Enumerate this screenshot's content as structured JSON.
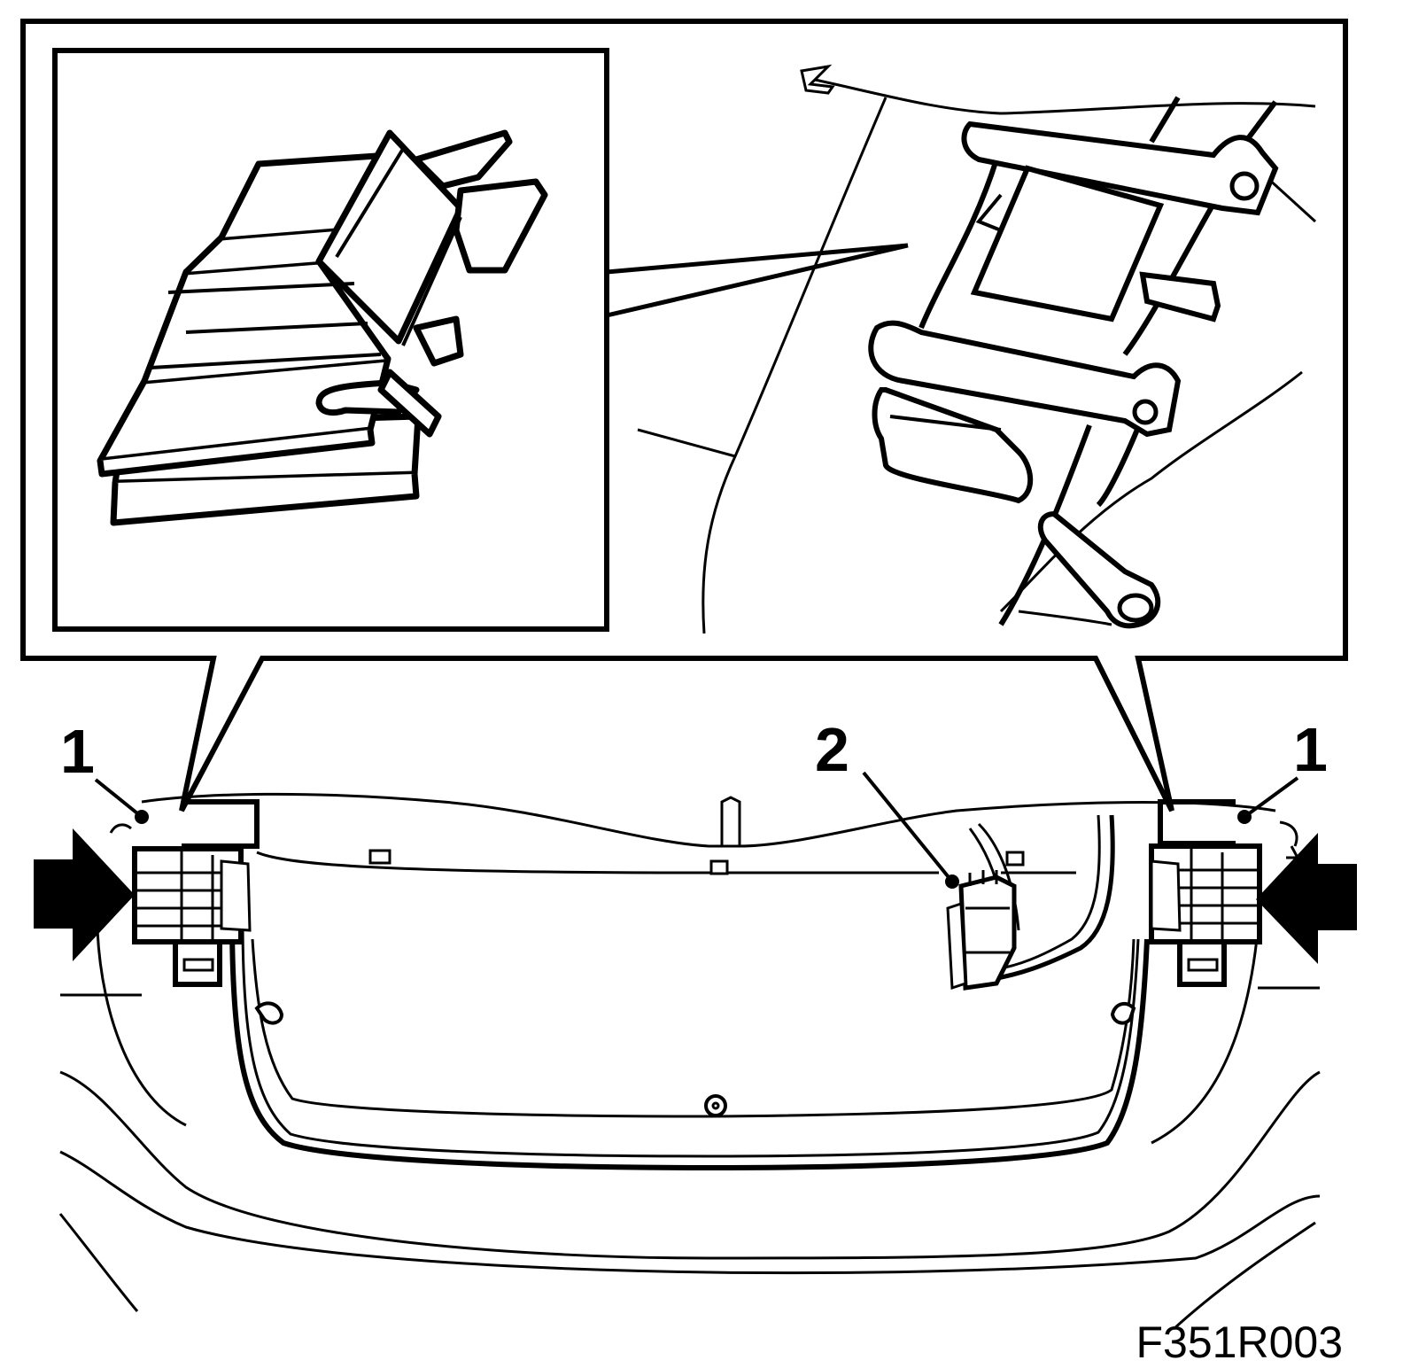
{
  "callouts": {
    "left_latch": "1",
    "right_latch": "1",
    "connector": "2"
  },
  "figure_code": "F351R003",
  "colors": {
    "ink": "#000000",
    "paper": "#ffffff"
  }
}
